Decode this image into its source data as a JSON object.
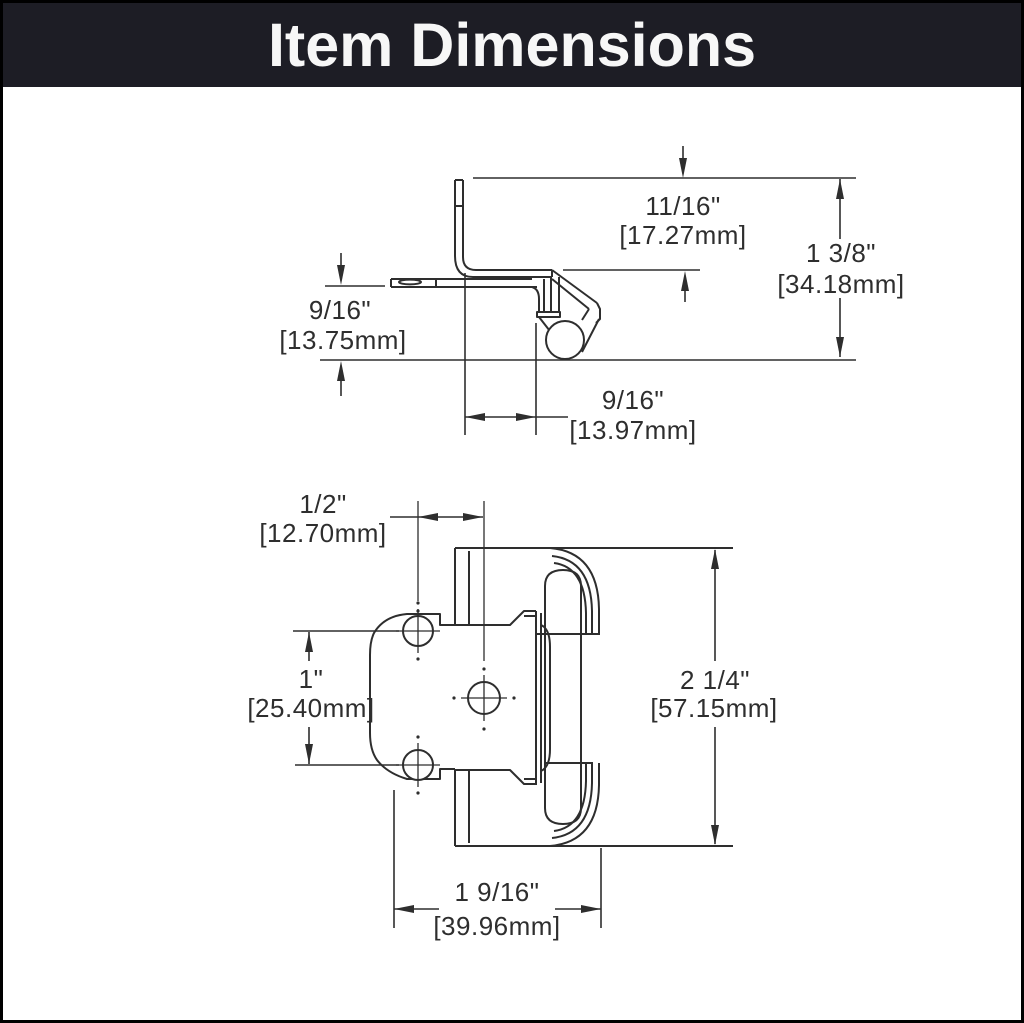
{
  "header": {
    "title": "Item Dimensions"
  },
  "colors": {
    "header_bg": "#1d1d25",
    "header_fg": "#f7f7f7",
    "line": "#2e2e2e",
    "page_bg": "#ffffff",
    "border": "#000000"
  },
  "side_view": {
    "dim_top_overhang": {
      "inch": "11/16\"",
      "mm": "[17.27mm]"
    },
    "dim_overall_depth": {
      "inch": "1 3/8\"",
      "mm": "[34.18mm]"
    },
    "dim_frame_wing": {
      "inch": "9/16\"",
      "mm": "[13.75mm]"
    },
    "dim_side_offset": {
      "inch": "9/16\"",
      "mm": "[13.97mm]"
    }
  },
  "front_view": {
    "dim_overlay": {
      "inch": "1/2\"",
      "mm": "[12.70mm]"
    },
    "dim_hole_spacing": {
      "inch": "1\"",
      "mm": "[25.40mm]"
    },
    "dim_overall_height": {
      "inch": "2 1/4\"",
      "mm": "[57.15mm]"
    },
    "dim_overall_width": {
      "inch": "1 9/16\"",
      "mm": "[39.96mm]"
    }
  }
}
